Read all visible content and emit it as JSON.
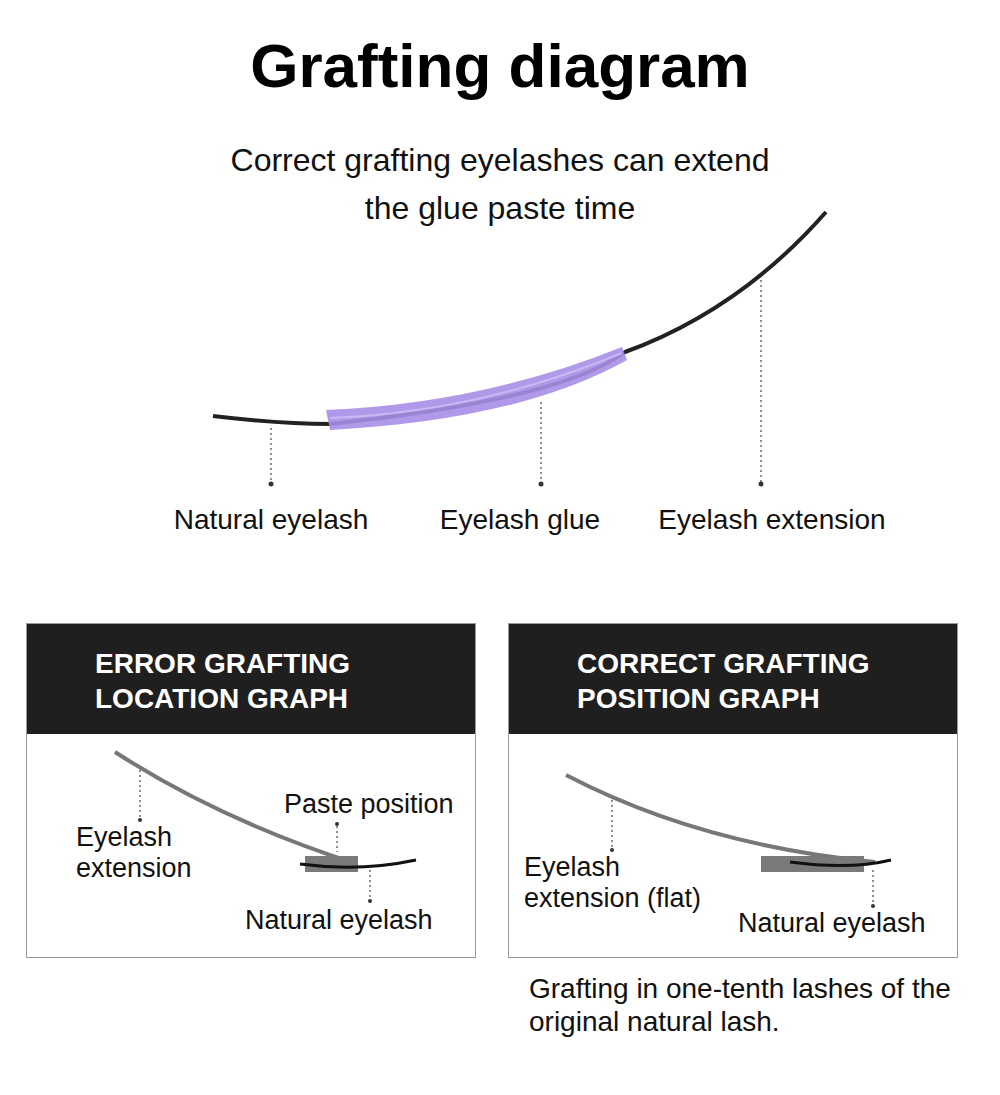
{
  "diagram": {
    "title": "Grafting diagram",
    "nodes": [
      {
        "text": [
          "ERROR GRAFTING LOCATION GRAPH"
        ]
      },
      {
        "text": [
          "CORRECT GRAFTING POSITION GRAPH"
        ]
      }
    ],
    "labels": [
      "Correct grafting eyelashes can extend the glue paste time",
      "Natural eyelash",
      "Eyelash glue",
      "Eyelash extension",
      "Eyelash extension",
      "Paste position",
      "Natural eyelash",
      "Eyelash extension (flat)",
      "Natural eyelash",
      "Grafting in one-tenth lashes of the original natural lash."
    ]
  }
}
